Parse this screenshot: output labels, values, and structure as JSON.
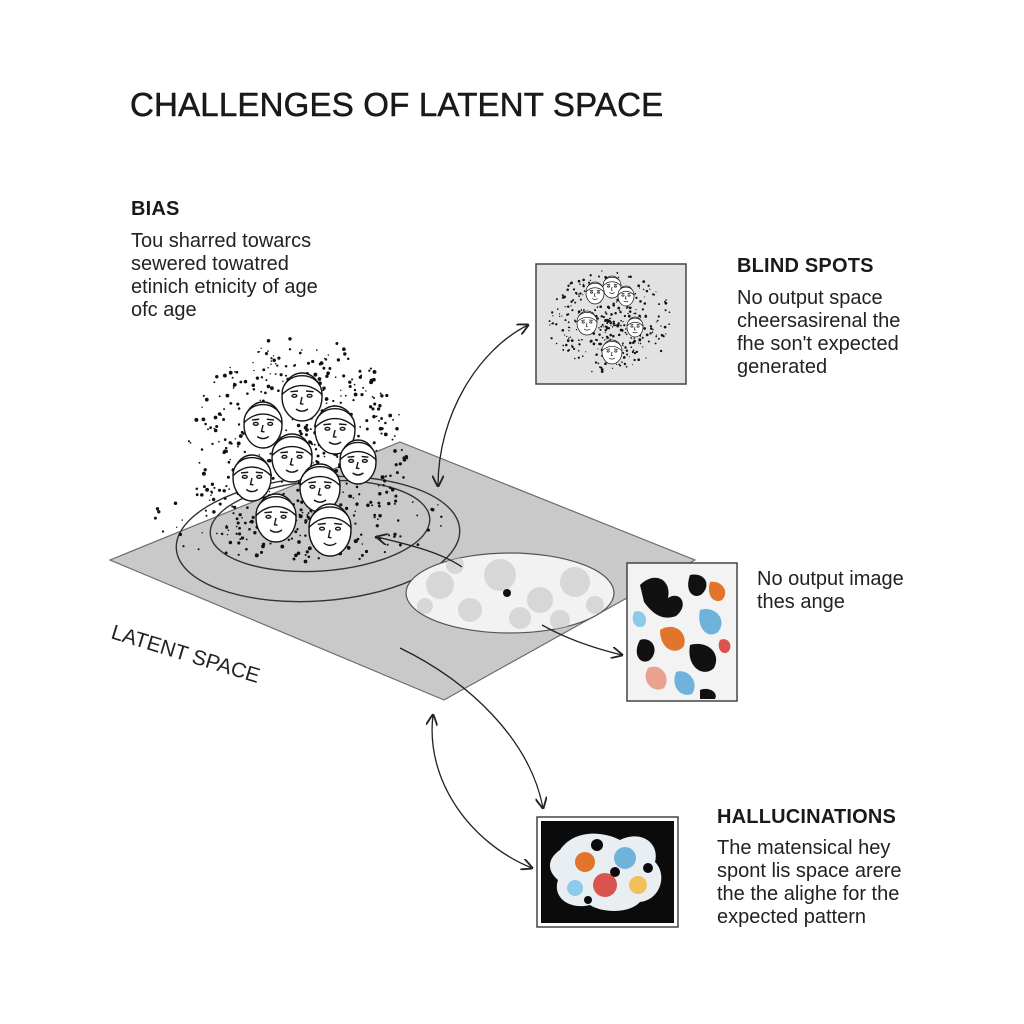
{
  "title": "CHALLENGES OF LATENT SPACE",
  "latent_space_label": "LATENT SPACE",
  "bias": {
    "heading": "BIAS",
    "lines": [
      "Tou sharred towarcs",
      "sewered towatred",
      "etinich etnicity of age",
      "ofc age"
    ]
  },
  "blind_spots": {
    "heading": "BLIND SPOTS",
    "lines": [
      "No output space",
      "cheersasirenal the",
      "fhe son't expected",
      "generated"
    ]
  },
  "no_output": {
    "lines": [
      "No output image",
      "thes ange"
    ]
  },
  "hallucinations": {
    "heading": "HALLUCINATIONS",
    "lines": [
      "The matensical hey",
      "spont lis space arere",
      "the the alighe for the",
      "expected pattern"
    ]
  }
}
